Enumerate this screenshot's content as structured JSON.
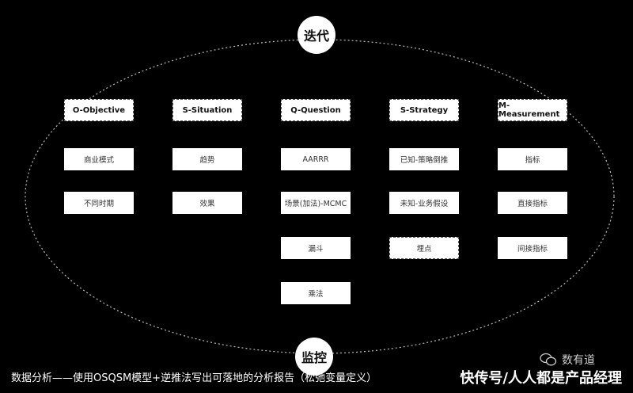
{
  "top_label": "迭代",
  "bottom_label": "监控",
  "columns": [
    {
      "header": "O-Objective",
      "items": [
        "商业模式",
        "不同时期"
      ]
    },
    {
      "header": "S-Situation",
      "items": [
        "趋势",
        "效果"
      ]
    },
    {
      "header": "Q-Question",
      "items": [
        "AARRR",
        "场景(加法)-MCMC",
        "漏斗",
        "乘法"
      ]
    },
    {
      "header": "S-Strategy",
      "items": [
        "已知-策略倒推",
        "未知-业务假设",
        "埋点"
      ]
    },
    {
      "header": "M-Measurement",
      "items": [
        "指标",
        "直接指标",
        "间接指标"
      ]
    }
  ],
  "caption": "数据分析——使用OSQSM模型+逆推法写出可落地的分析报告（松弛变量定义）",
  "watermark": "数有道",
  "brand": "快传号/人人都是产品经理"
}
